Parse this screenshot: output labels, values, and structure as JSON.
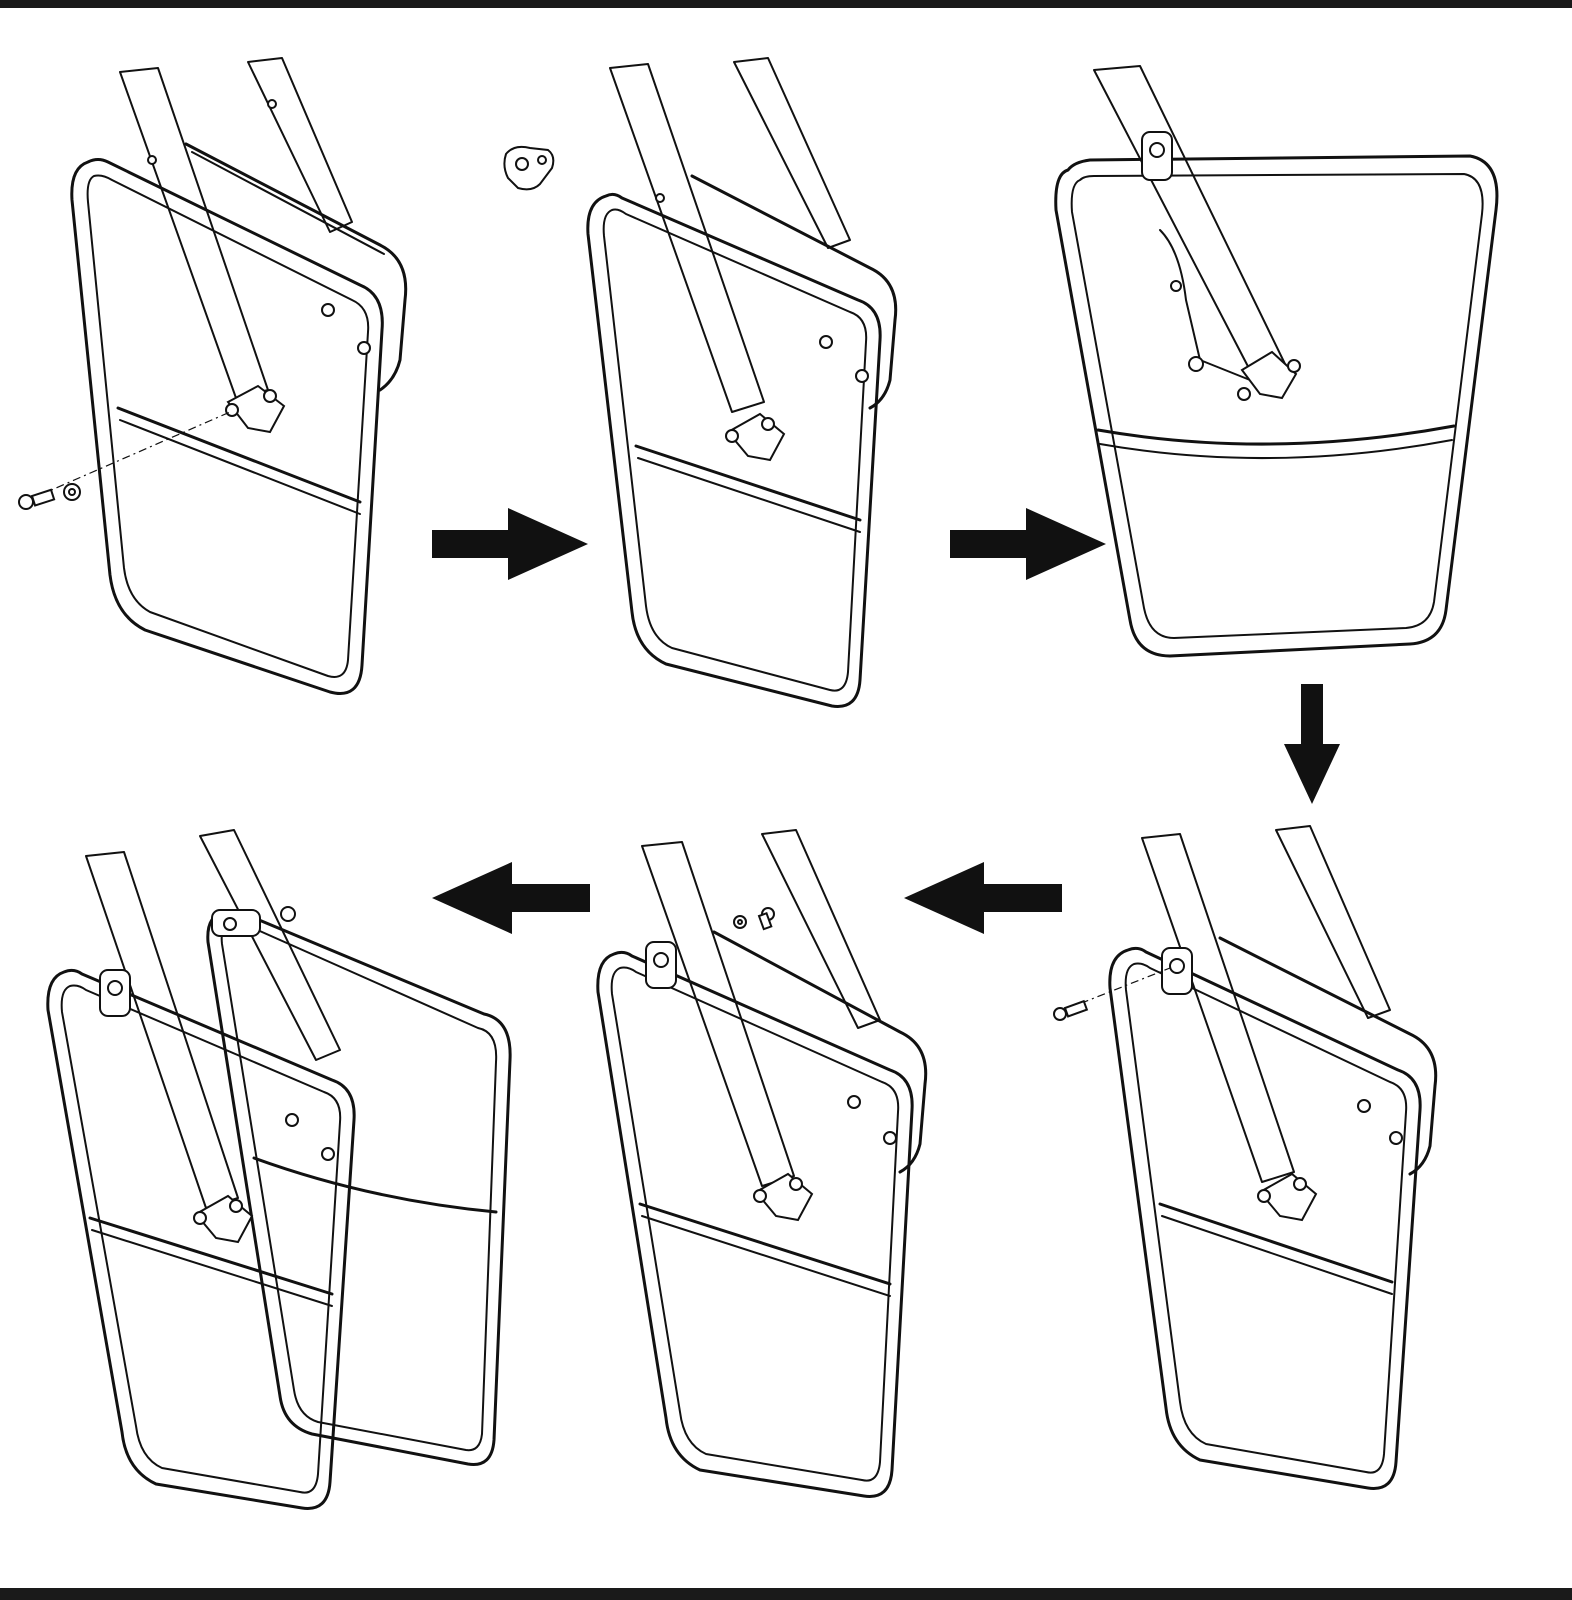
{
  "diagram": {
    "steps": [
      {
        "id": 1,
        "frame": "rack-frame",
        "parts": [
          "bolt",
          "washer",
          "mounting-clip"
        ]
      },
      {
        "id": 2,
        "frame": "rack-frame",
        "parts": []
      },
      {
        "id": 3,
        "frame": "rack-frame",
        "parts": [
          "mounting-clip"
        ]
      },
      {
        "id": 4,
        "frame": "rack-frame",
        "parts": [
          "bolt"
        ]
      },
      {
        "id": 5,
        "frame": "rack-frame",
        "parts": [
          "bolt",
          "washer"
        ]
      },
      {
        "id": 6,
        "frame": "rack-frame-pair",
        "parts": []
      }
    ],
    "arrows": [
      {
        "from": 1,
        "to": 2,
        "direction": "right"
      },
      {
        "from": 2,
        "to": 3,
        "direction": "right"
      },
      {
        "from": 3,
        "to": 4,
        "direction": "down"
      },
      {
        "from": 4,
        "to": 5,
        "direction": "left"
      },
      {
        "from": 5,
        "to": 6,
        "direction": "left"
      }
    ],
    "colors": {
      "line": "#111111",
      "background": "#ffffff",
      "border": "#1a1a1a"
    }
  }
}
